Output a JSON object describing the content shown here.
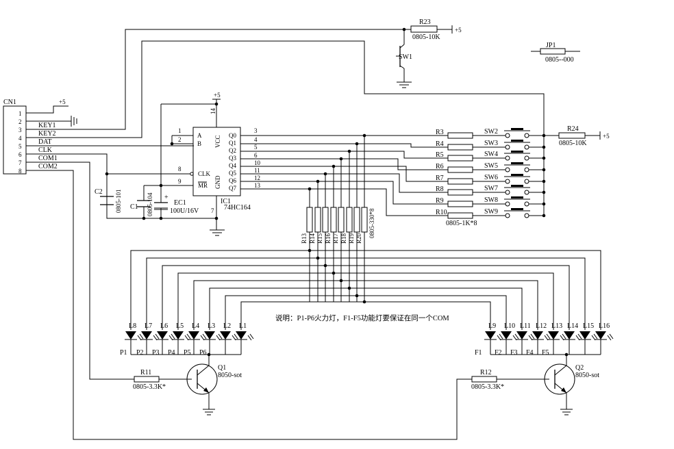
{
  "connector": {
    "ref": "CN1",
    "pins": [
      "1",
      "2",
      "3",
      "4",
      "5",
      "6",
      "7",
      "8"
    ],
    "nets": [
      "KEY1",
      "KEY2",
      "DAT",
      "CLK",
      "COM1",
      "COM2"
    ],
    "supply": "+5"
  },
  "ic": {
    "ref": "IC1",
    "part": "74HC164",
    "left_pins": [
      {
        "num": "1",
        "name": "A"
      },
      {
        "num": "2",
        "name": "B"
      },
      {
        "num": "8",
        "name": "CLK"
      },
      {
        "num": "9",
        "name": "MR"
      }
    ],
    "vcc_label": "VCC",
    "gnd_label": "GND",
    "vcc_pin": "14",
    "gnd_pin": "7",
    "supply": "+5",
    "outputs": [
      {
        "name": "Q0",
        "pin": "3"
      },
      {
        "name": "Q1",
        "pin": "4"
      },
      {
        "name": "Q2",
        "pin": "5"
      },
      {
        "name": "Q3",
        "pin": "6"
      },
      {
        "name": "Q4",
        "pin": "10"
      },
      {
        "name": "Q5",
        "pin": "11"
      },
      {
        "name": "Q6",
        "pin": "12"
      },
      {
        "name": "Q7",
        "pin": "13"
      }
    ]
  },
  "caps": {
    "c2": {
      "ref": "C2",
      "value": "0805-101"
    },
    "c1": {
      "ref": "C1",
      "value": "0805-104"
    },
    "ec1": {
      "ref": "EC1",
      "value": "100U/16V",
      "polarity": "+"
    }
  },
  "top": {
    "r23": {
      "ref": "R23",
      "value": "0805-10K",
      "supply": "+5"
    },
    "sw1": "SW1",
    "jp1": {
      "ref": "JP1",
      "value": "0805--000"
    }
  },
  "key_resistors": {
    "refs": [
      "R3",
      "R4",
      "R5",
      "R6",
      "R7",
      "R8",
      "R9",
      "R10"
    ],
    "value": "0805-1K*8"
  },
  "switches": [
    "SW2",
    "SW3",
    "SW4",
    "SW5",
    "SW6",
    "SW7",
    "SW8",
    "SW9"
  ],
  "r24": {
    "ref": "R24",
    "value": "0805-10K",
    "supply": "+5"
  },
  "pull_resistors": {
    "refs": [
      "R13",
      "R14",
      "R15",
      "R16",
      "R17",
      "R18",
      "R19",
      "R20"
    ],
    "value": "0805-330*8"
  },
  "led_left": {
    "labels": [
      "L8",
      "L7",
      "L6",
      "L5",
      "L4",
      "L3",
      "L2",
      "L1"
    ],
    "groups": [
      "P1",
      "P2",
      "P3",
      "P4",
      "P5",
      "P6"
    ]
  },
  "led_right": {
    "labels": [
      "L9",
      "L10",
      "L11",
      "L12",
      "L13",
      "L14",
      "L15",
      "L16"
    ],
    "groups": [
      "F1",
      "F2",
      "F3",
      "F4",
      "F5"
    ]
  },
  "transistors": {
    "q1": {
      "ref": "Q1",
      "value": "8050-sot"
    },
    "q2": {
      "ref": "Q2",
      "value": "8050-sot"
    },
    "r11": {
      "ref": "R11",
      "value": "0805-3.3K*"
    },
    "r12": {
      "ref": "R12",
      "value": "0805-3.3K*"
    }
  },
  "note": "说明：P1-P6火力灯，F1-F5功能灯要保证在同一个COM"
}
